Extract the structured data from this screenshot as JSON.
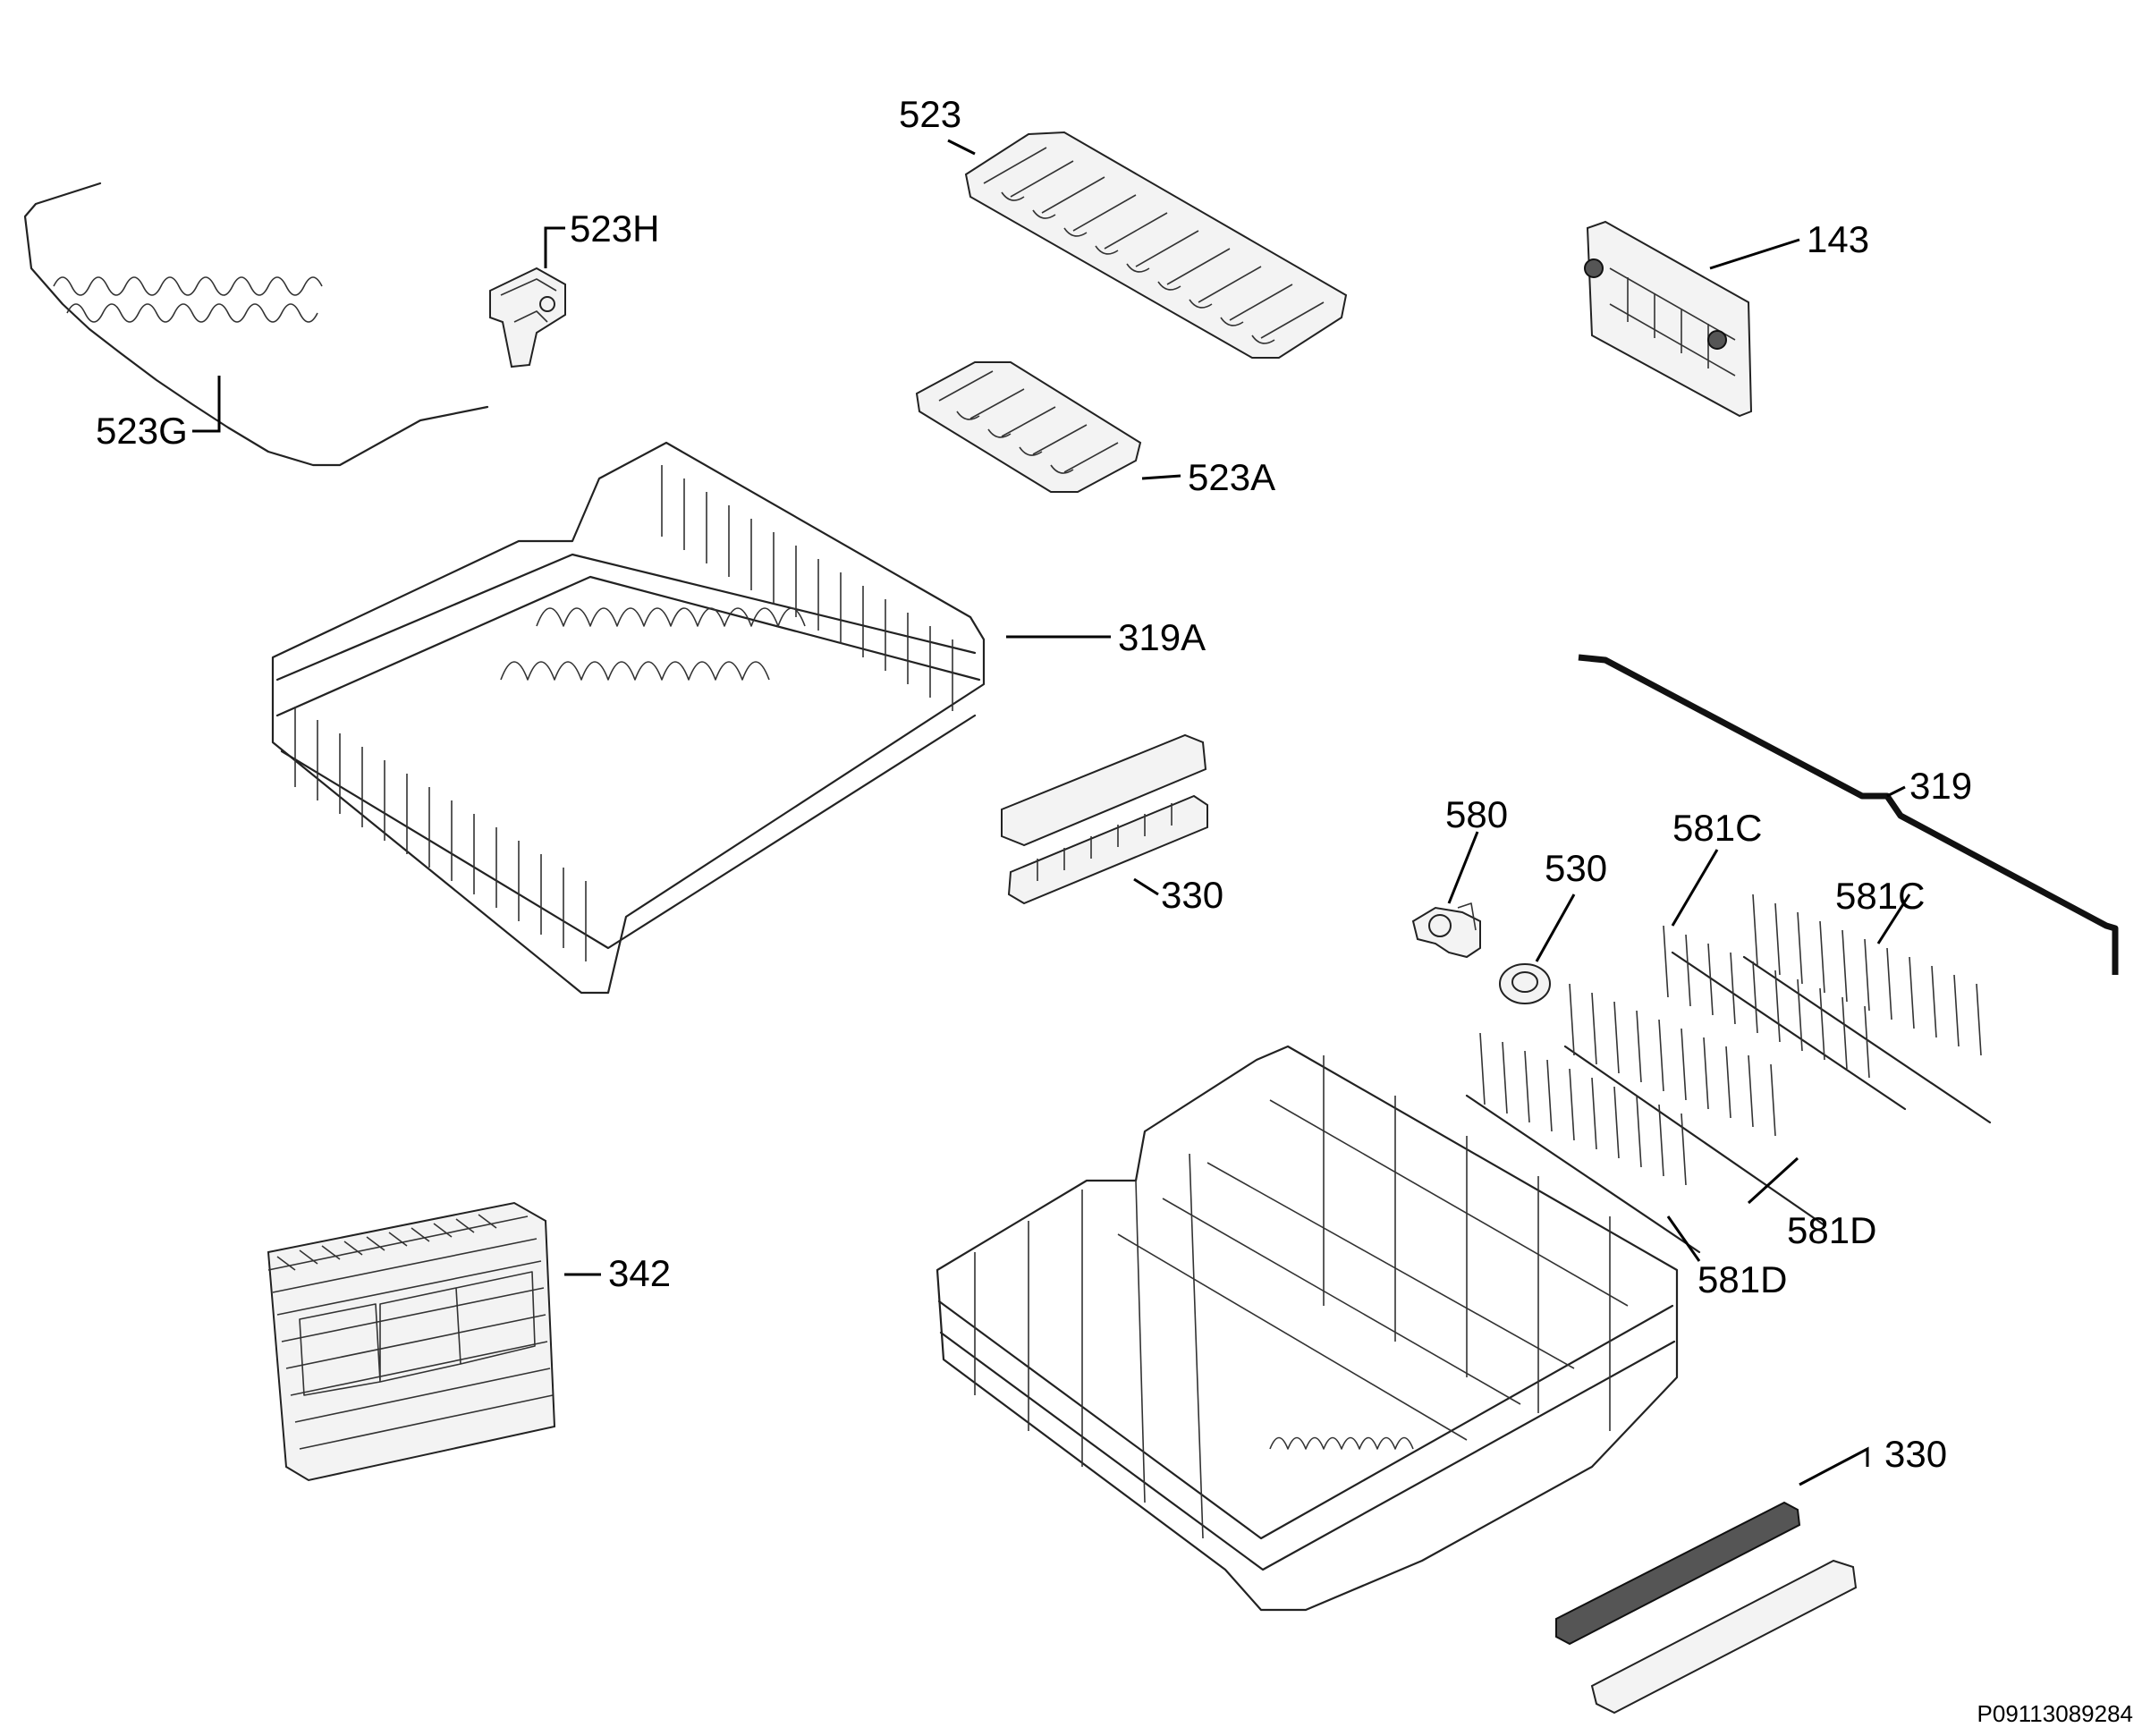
{
  "labels": {
    "p523": "523",
    "p523h": "523H",
    "p523g": "523G",
    "p523a": "523A",
    "p143": "143",
    "p319a": "319A",
    "p330_upper": "330",
    "p319": "319",
    "p580": "580",
    "p530": "530",
    "p581c_1": "581C",
    "p581c_2": "581C",
    "p342": "342",
    "p581d_1": "581D",
    "p581d_2": "581D",
    "p330_lower": "330"
  },
  "document_id": "P09113089284",
  "parts": [
    {
      "id": "523",
      "name": "rack-comb-long"
    },
    {
      "id": "523H",
      "name": "clip-bracket"
    },
    {
      "id": "523G",
      "name": "wire-spring"
    },
    {
      "id": "523A",
      "name": "rack-comb-short"
    },
    {
      "id": "143",
      "name": "side-panel-bracket"
    },
    {
      "id": "319A",
      "name": "upper-basket"
    },
    {
      "id": "330",
      "name": "rack-handle-upper"
    },
    {
      "id": "319",
      "name": "lower-basket-rail"
    },
    {
      "id": "580",
      "name": "wheel-holder"
    },
    {
      "id": "530",
      "name": "wheel"
    },
    {
      "id": "581C",
      "name": "folding-tine-row"
    },
    {
      "id": "581D",
      "name": "folding-tine-row"
    },
    {
      "id": "342",
      "name": "cutlery-basket"
    },
    {
      "id": "330",
      "name": "rack-handle-lower"
    }
  ]
}
